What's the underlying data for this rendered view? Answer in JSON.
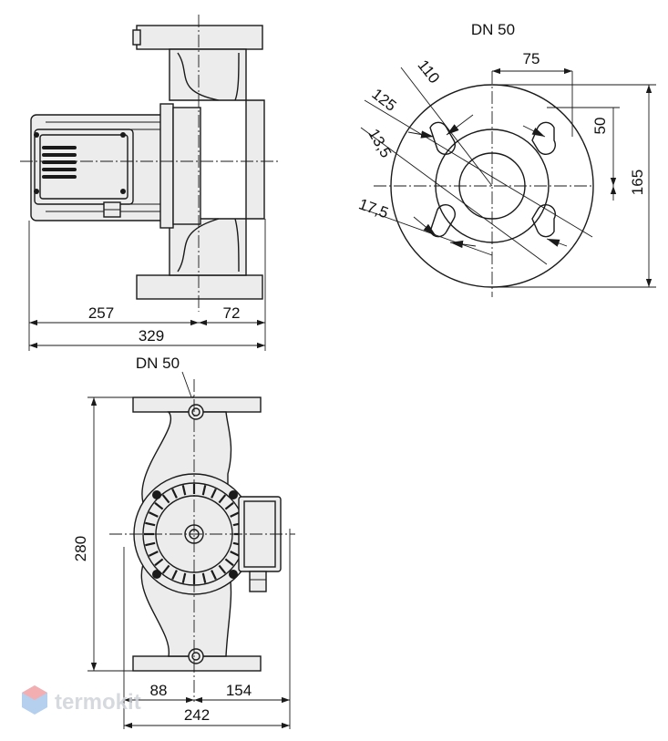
{
  "side_view": {
    "dims": {
      "overall_length": "329",
      "to_axis": "257",
      "motor_side": "72"
    }
  },
  "flange_view": {
    "title": "DN 50",
    "dims": {
      "d110": "110",
      "d125": "125",
      "d13_5": "13,5",
      "d17_5": "17,5",
      "h75": "75",
      "v50": "50",
      "v165": "165"
    }
  },
  "front_view": {
    "title": "DN 50",
    "dims": {
      "height": "280",
      "left": "88",
      "right": "154",
      "width": "242"
    }
  },
  "watermark": {
    "text": "termokit"
  },
  "colors": {
    "line": "#1a1a1a",
    "fill": "#ececec",
    "watermark": "#cfd3d8",
    "logo_red": "#f2a0a5",
    "logo_blue": "#a8c8ec"
  }
}
